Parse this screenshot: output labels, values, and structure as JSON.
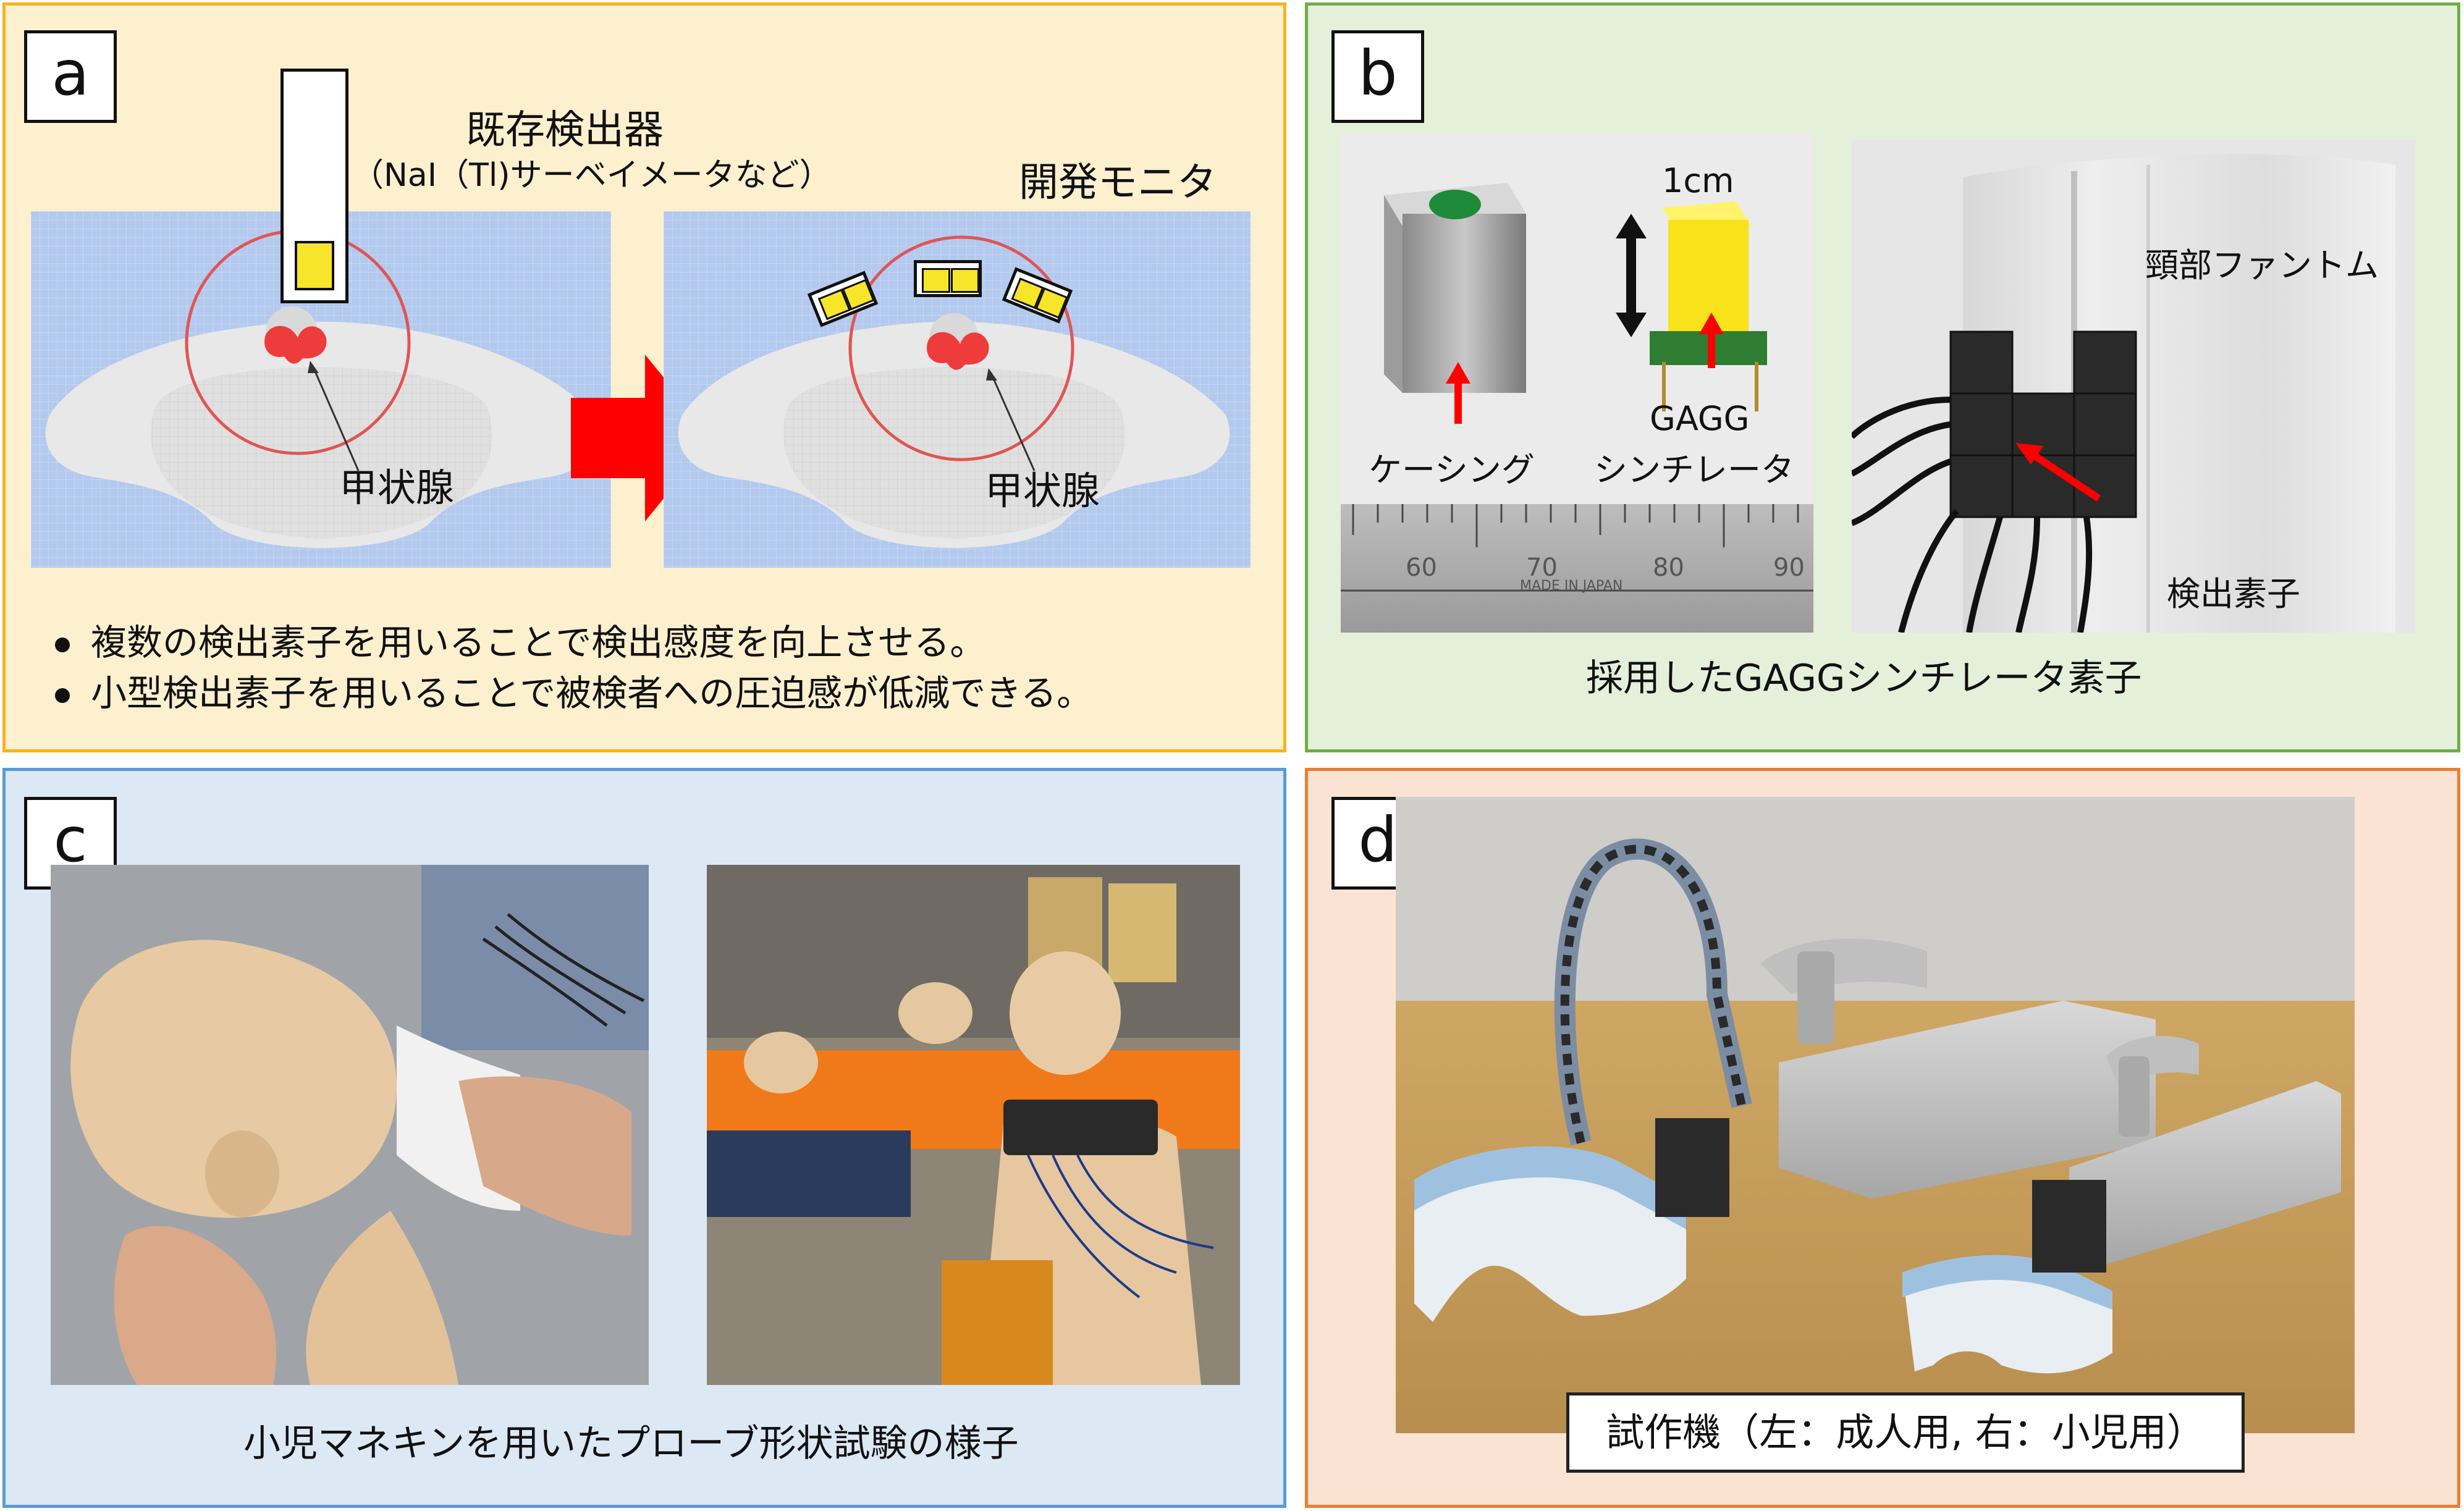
{
  "panels": {
    "a": {
      "label": "a",
      "existing_detector": "既存検出器",
      "existing_detector_note": "（NaI（Tl)サーベイメータなど）",
      "developed_monitor": "開発モニタ",
      "thyroid_left": "甲状腺",
      "thyroid_right": "甲状腺",
      "bullets": [
        "複数の検出素子を用いることで検出感度を向上させる。",
        "小型検出素子を用いることで被検者への圧迫感が低減できる。"
      ]
    },
    "b": {
      "label": "b",
      "scale_1cm": "1cm",
      "casing": "ケーシング",
      "gagg_1": "GAGG",
      "gagg_2": "シンチレータ",
      "neck_phantom": "頸部ファントム",
      "detector_element": "検出素子",
      "ruler_marks": [
        "60",
        "70",
        "80",
        "90"
      ],
      "ruler_text": "MADE IN JAPAN",
      "caption": "採用したGAGGシンチレータ素子"
    },
    "c": {
      "label": "c",
      "caption": "小児マネキンを用いたプローブ形状試験の様子"
    },
    "d": {
      "label": "d",
      "caption": "試作機（左：成人用, 右：小児用）"
    }
  },
  "colors": {
    "panel_a_bg": "#fdf0cf",
    "panel_a_border": "#f5b41e",
    "panel_b_bg": "#e4f0da",
    "panel_b_border": "#6fae46",
    "panel_c_bg": "#dde8f5",
    "panel_c_border": "#5b9bd5",
    "panel_d_bg": "#fbe3d4",
    "panel_d_border": "#ed7d31",
    "thyroid": "#ee3b3b",
    "arrow_red": "#ff0000",
    "detector_yellow": "#f7e52a"
  }
}
